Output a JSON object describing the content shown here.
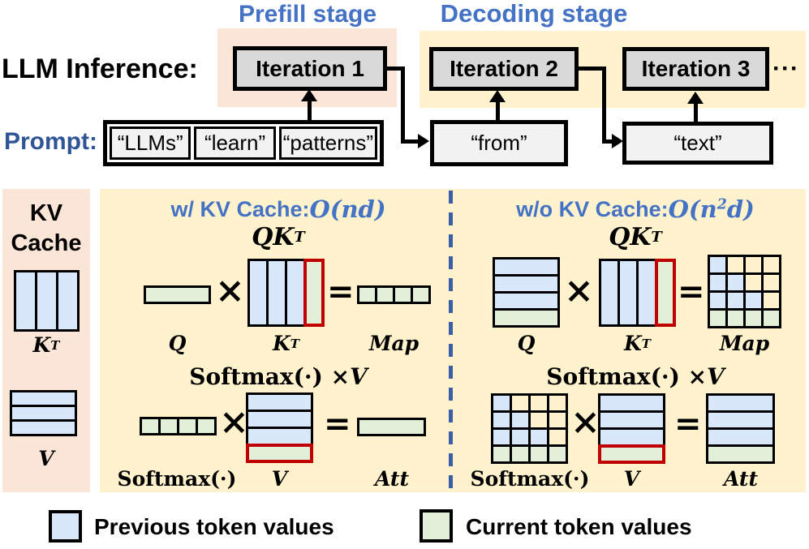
{
  "colors": {
    "prev": "#D9E7FA",
    "curr": "#E2F0D9",
    "empty": "#FFF2CC",
    "red": "#C00000",
    "peach_bg": "#FBE5D6",
    "yellow_bg": "#FFF2CC",
    "iteration_gray": "#D9D9D9",
    "token_gray": "#F2F2F2",
    "heading_blue": "#4472C4",
    "prompt_blue": "#2F5597",
    "divider_blue": "#3A5FA5"
  },
  "stages": {
    "prefill": "Prefill stage",
    "decoding": "Decoding stage"
  },
  "inference_label": "LLM Inference:",
  "prompt_label": "Prompt:",
  "iterations": [
    "Iteration 1",
    "Iteration 2",
    "Iteration 3"
  ],
  "more_indicator": "···",
  "prompt_tokens": [
    "“LLMs”",
    "“learn”",
    "“patterns”"
  ],
  "generated_tokens": [
    "“from”",
    "“text”"
  ],
  "kv_panel": {
    "title_line1": "KV",
    "title_line2": "Cache",
    "kt_base": "K",
    "kt_sup": "T",
    "v_label": "V"
  },
  "with_cache": {
    "title_prefix": "w/ KV Cache: ",
    "title_math": "O(nd)",
    "qk_base": "QK",
    "qk_sup": "T",
    "softmax_title_prefix": "Softmax(·) × ",
    "softmax_title_v": "V",
    "labels": {
      "q": "Q",
      "kt_base": "K",
      "kt_sup": "T",
      "map": "Map",
      "softmax": "Softmax(·)",
      "v": "V",
      "att": "Att"
    }
  },
  "without_cache": {
    "title_prefix": "w/o KV Cache: ",
    "title_math_pre": "O(n",
    "title_math_sup": "2",
    "title_math_post": "d)",
    "qk_base": "QK",
    "qk_sup": "T",
    "softmax_title_prefix": "Softmax(·) × ",
    "softmax_title_v": "V",
    "labels": {
      "q": "Q",
      "kt_base": "K",
      "kt_sup": "T",
      "map": "Map",
      "softmax": "Softmax(·)",
      "v": "V",
      "att": "Att"
    }
  },
  "symbols": {
    "times": "×",
    "equals": "="
  },
  "legend": [
    {
      "label": "Previous token values",
      "color_key": "prev"
    },
    {
      "label": "Current token values",
      "color_key": "curr"
    }
  ],
  "matrices": {
    "kv_kt": {
      "cellW": 23,
      "cellH": 70,
      "cells": [
        [
          "p",
          "p",
          "p"
        ]
      ]
    },
    "kv_v": {
      "cellW": 77,
      "cellH": 15,
      "cells": [
        [
          "p"
        ],
        [
          "p"
        ],
        [
          "p"
        ]
      ]
    },
    "q_bar": {
      "cellW": 77,
      "cellH": 17,
      "cells": [
        [
          "c"
        ]
      ]
    },
    "kt_cols": {
      "cellW": 20,
      "cellH": 78,
      "red": "lastcol",
      "cells": [
        [
          "p",
          "p",
          "p",
          "c"
        ]
      ]
    },
    "map_bar": {
      "cellW": 19,
      "cellH": 17,
      "cells": [
        [
          "c",
          "c",
          "c",
          "c"
        ]
      ]
    },
    "sm_bar": {
      "cellW": 20,
      "cellH": 17,
      "cells": [
        [
          "c",
          "c",
          "c",
          "c"
        ]
      ]
    },
    "v_rows": {
      "cellW": 77,
      "cellH": 18,
      "red": "lastrow",
      "cells": [
        [
          "p"
        ],
        [
          "p"
        ],
        [
          "p"
        ],
        [
          "c"
        ]
      ]
    },
    "att_bar": {
      "cellW": 79,
      "cellH": 17,
      "cells": [
        [
          "c"
        ]
      ]
    },
    "q_stack": {
      "cellW": 77,
      "cellH": 18,
      "cells": [
        [
          "p"
        ],
        [
          "p"
        ],
        [
          "p"
        ],
        [
          "c"
        ]
      ]
    },
    "tri_grid": {
      "cellW": 19,
      "cellH": 19,
      "cells": [
        [
          "p",
          "e",
          "e",
          "e"
        ],
        [
          "p",
          "p",
          "e",
          "e"
        ],
        [
          "p",
          "p",
          "p",
          "e"
        ],
        [
          "c",
          "c",
          "c",
          "c"
        ]
      ]
    },
    "sm_grid": {
      "cellW": 20,
      "cellH": 18,
      "cells": [
        [
          "p",
          "e",
          "e",
          "e"
        ],
        [
          "p",
          "p",
          "e",
          "e"
        ],
        [
          "p",
          "p",
          "p",
          "e"
        ],
        [
          "c",
          "c",
          "c",
          "c"
        ]
      ]
    },
    "att_stack": {
      "cellW": 79,
      "cellH": 18,
      "cells": [
        [
          "p"
        ],
        [
          "p"
        ],
        [
          "p"
        ],
        [
          "c"
        ]
      ]
    }
  }
}
